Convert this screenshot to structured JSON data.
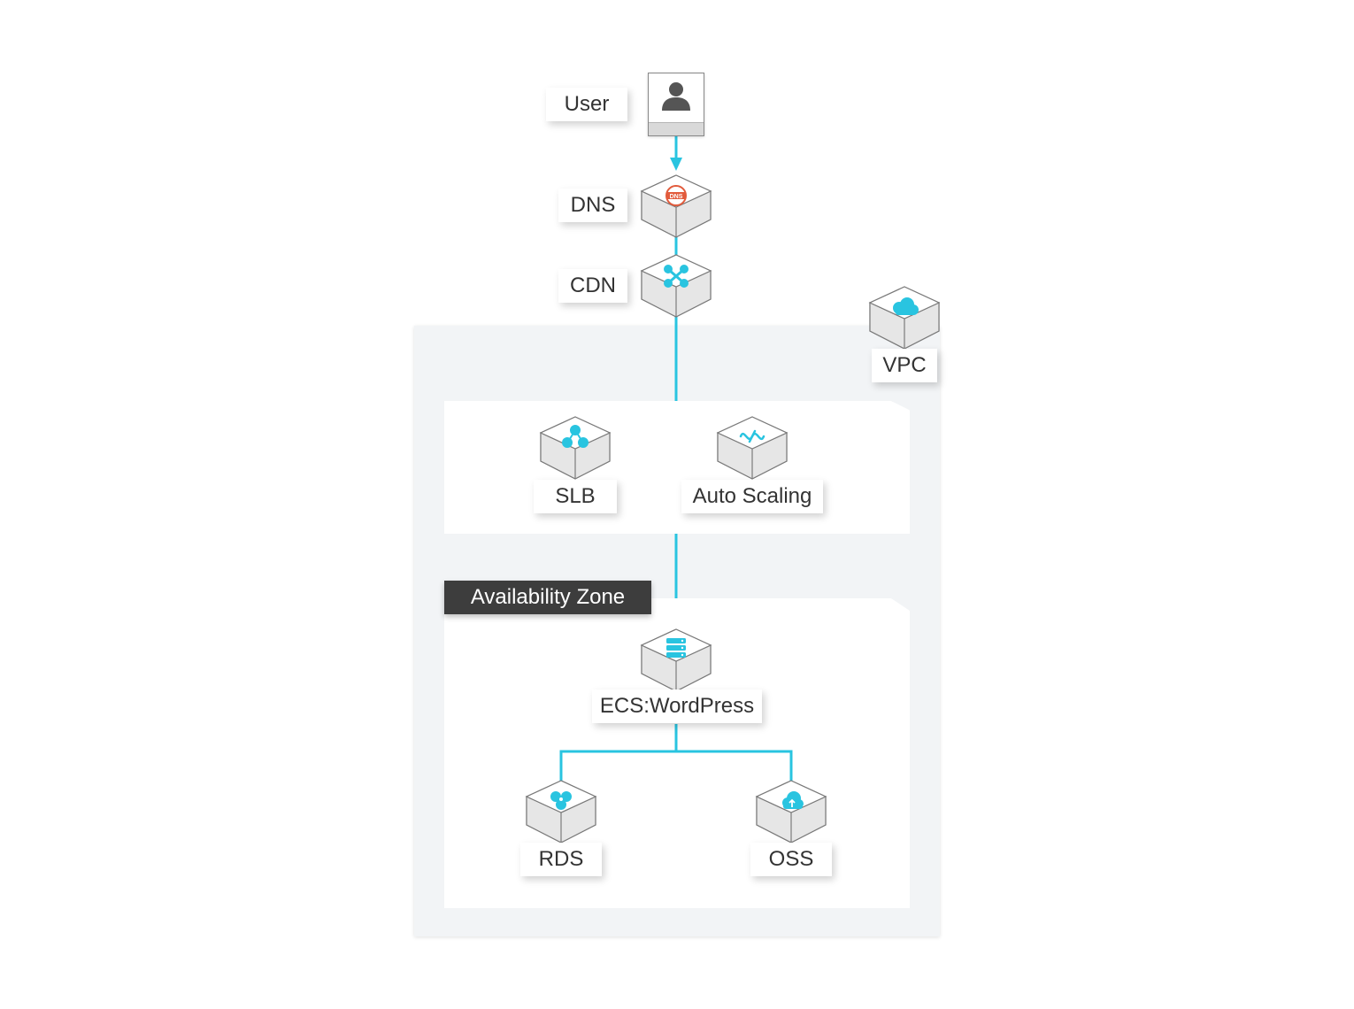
{
  "diagram": {
    "nodes": [
      {
        "id": "user",
        "label": "User",
        "icon": "user-icon"
      },
      {
        "id": "dns",
        "label": "DNS",
        "icon": "dns-icon"
      },
      {
        "id": "cdn",
        "label": "CDN",
        "icon": "cdn-icon"
      },
      {
        "id": "vpc",
        "label": "VPC",
        "icon": "vpc-cloud-icon"
      },
      {
        "id": "slb",
        "label": "SLB",
        "icon": "slb-icon"
      },
      {
        "id": "autoscaling",
        "label": "Auto Scaling",
        "icon": "auto-scaling-icon"
      },
      {
        "id": "ecs",
        "label": "ECS:WordPress",
        "icon": "server-icon"
      },
      {
        "id": "rds",
        "label": "RDS",
        "icon": "rds-icon"
      },
      {
        "id": "oss",
        "label": "OSS",
        "icon": "oss-icon"
      }
    ],
    "zone_title": "Availability Zone",
    "edges": [
      {
        "from": "user",
        "to": "dns"
      },
      {
        "from": "dns",
        "to": "cdn"
      },
      {
        "from": "cdn",
        "to": "slb"
      },
      {
        "from": "slb",
        "to": "ecs"
      },
      {
        "from": "ecs",
        "to": "rds"
      },
      {
        "from": "ecs",
        "to": "oss"
      }
    ],
    "colors": {
      "connector": "#29c4e0",
      "icon": "#29c4e0",
      "dns_icon": "#e25b3c",
      "zone_tab": "#3d3d3d",
      "vpc_background": "#f2f4f6"
    }
  }
}
